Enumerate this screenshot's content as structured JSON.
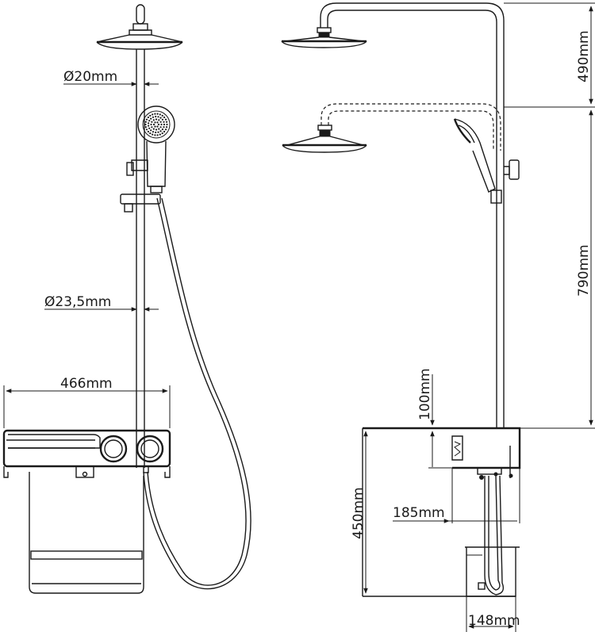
{
  "drawing": {
    "front_view": {
      "dimensions": {
        "pipe_upper_diameter": "Ø20mm",
        "pipe_lower_diameter": "Ø23,5mm",
        "shelf_width": "466mm"
      }
    },
    "side_view": {
      "dimensions": {
        "top_height": "490mm",
        "rail_height": "790mm",
        "step_height": "100mm",
        "unit_height": "450mm",
        "depth": "185mm",
        "base_width": "148mm"
      }
    }
  }
}
